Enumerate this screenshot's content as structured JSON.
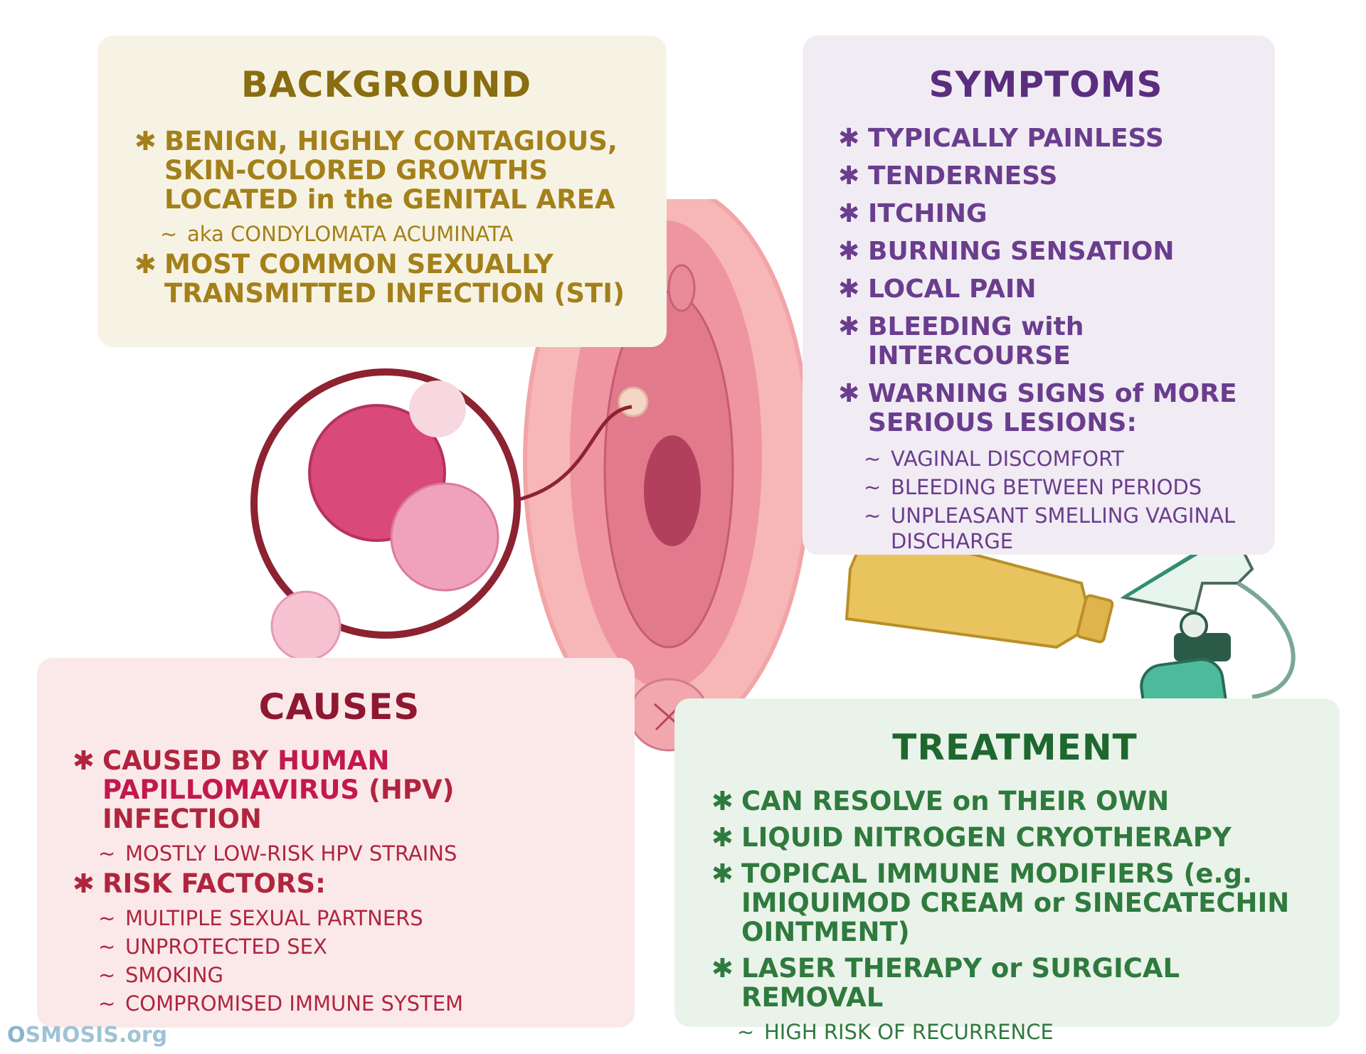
{
  "background": {
    "title": "BACKGROUND",
    "items": [
      "BENIGN, HIGHLY CONTAGIOUS, SKIN-COLORED GROWTHS LOCATED in the GENITAL AREA",
      "MOST COMMON SEXUALLY TRANSMITTED INFECTION (STI)"
    ],
    "sub_items": [
      "aka CONDYLOMATA ACUMINATA"
    ]
  },
  "symptoms": {
    "title": "SYMPTOMS",
    "items": [
      "TYPICALLY PAINLESS",
      "TENDERNESS",
      "ITCHING",
      "BURNING SENSATION",
      "LOCAL PAIN",
      "BLEEDING with INTERCOURSE",
      "WARNING SIGNS of MORE SERIOUS LESIONS:"
    ],
    "warning_sub": [
      "VAGINAL DISCOMFORT",
      "BLEEDING BETWEEN PERIODS",
      "UNPLEASANT SMELLING VAGINAL DISCHARGE"
    ]
  },
  "causes": {
    "title": "CAUSES",
    "cause_prefix": "CAUSED BY",
    "cause_highlight": "HUMAN PAPILLOMAVIRUS",
    "cause_suffix": "(HPV) INFECTION",
    "cause_sub": "MOSTLY LOW-RISK HPV STRAINS",
    "risk_title": "RISK FACTORS:",
    "risk_factors": [
      "MULTIPLE SEXUAL PARTNERS",
      "UNPROTECTED SEX",
      "SMOKING",
      "COMPROMISED IMMUNE SYSTEM"
    ]
  },
  "treatment": {
    "title": "TREATMENT",
    "items": [
      "CAN RESOLVE on THEIR OWN",
      "LIQUID NITROGEN CRYOTHERAPY",
      "TOPICAL IMMUNE MODIFIERS (e.g. IMIQUIMOD CREAM or SINECATECHIN OINTMENT)",
      "LASER THERAPY or SURGICAL REMOVAL"
    ],
    "laser_sub": "HIGH RISK OF RECURRENCE"
  },
  "bullets": {
    "star": "✱",
    "tilde": "~"
  },
  "logo": {
    "mark": "O",
    "text": "SMOSIS.org"
  },
  "colors": {
    "background_panel": "#f7f3e4",
    "symptoms_panel": "#f1ecf4",
    "causes_panel": "#fbe9ea",
    "treatment_panel": "#eaf3e9",
    "hpv_highlight": "#c3184a"
  }
}
